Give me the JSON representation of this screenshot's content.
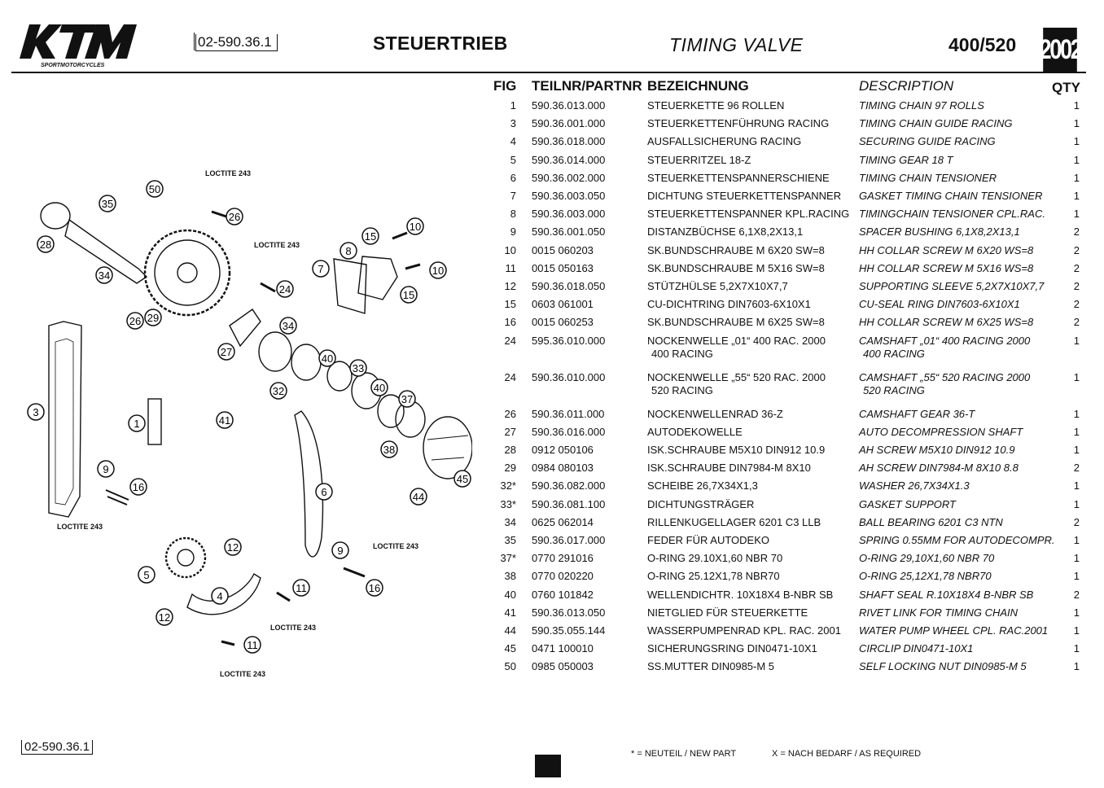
{
  "header": {
    "brand": "KTM",
    "brand_sub": "SPORTMOTORCYCLES",
    "doc_no": "02-590.36.1",
    "title_de": "STEUERTRIEB",
    "title_en": "TIMING VALVE",
    "model": "400/520",
    "year": "2002"
  },
  "columns": {
    "fig": "FIG",
    "part": "TEILNR/PARTNR",
    "de": "BEZEICHNUNG",
    "en": "DESCRIPTION",
    "qty": "QTY"
  },
  "parts": [
    {
      "fig": "1",
      "part": "590.36.013.000",
      "de": "STEUERKETTE 96 ROLLEN",
      "en": "TIMING CHAIN 97 ROLLS",
      "qty": "1"
    },
    {
      "fig": "3",
      "part": "590.36.001.000",
      "de": "STEUERKETTENFÜHRUNG RACING",
      "en": "TIMING CHAIN GUIDE RACING",
      "qty": "1"
    },
    {
      "fig": "4",
      "part": "590.36.018.000",
      "de": "AUSFALLSICHERUNG RACING",
      "en": "SECURING GUIDE RACING",
      "qty": "1"
    },
    {
      "fig": "5",
      "part": "590.36.014.000",
      "de": "STEUERRITZEL 18-Z",
      "en": "TIMING GEAR 18 T",
      "qty": "1"
    },
    {
      "fig": "6",
      "part": "590.36.002.000",
      "de": "STEUERKETTENSPANNERSCHIENE",
      "en": "TIMING CHAIN TENSIONER",
      "qty": "1"
    },
    {
      "fig": "7",
      "part": "590.36.003.050",
      "de": "DICHTUNG STEUERKETTENSPANNER",
      "en": "GASKET TIMING CHAIN TENSIONER",
      "qty": "1"
    },
    {
      "fig": "8",
      "part": "590.36.003.000",
      "de": "STEUERKETTENSPANNER KPL.RACING",
      "en": "TIMINGCHAIN TENSIONER CPL.RAC.",
      "qty": "1"
    },
    {
      "fig": "9",
      "part": "590.36.001.050",
      "de": "DISTANZBÜCHSE 6,1X8,2X13,1",
      "en": "SPACER BUSHING 6,1X8,2X13,1",
      "qty": "2"
    },
    {
      "fig": "10",
      "part": "0015 060203",
      "de": "SK.BUNDSCHRAUBE M 6X20    SW=8",
      "en": "HH COLLAR SCREW M 6X20    WS=8",
      "qty": "2"
    },
    {
      "fig": "11",
      "part": "0015 050163",
      "de": "SK.BUNDSCHRAUBE M 5X16    SW=8",
      "en": "HH COLLAR SCREW M 5X16    WS=8",
      "qty": "2"
    },
    {
      "fig": "12",
      "part": "590.36.018.050",
      "de": "STÜTZHÜLSE 5,2X7X10X7,7",
      "en": "SUPPORTING SLEEVE 5,2X7X10X7,7",
      "qty": "2"
    },
    {
      "fig": "15",
      "part": "0603 061001",
      "de": "CU-DICHTRING DIN7603-6X10X1",
      "en": "CU-SEAL RING DIN7603-6X10X1",
      "qty": "2"
    },
    {
      "fig": "16",
      "part": "0015 060253",
      "de": "SK.BUNDSCHRAUBE M 6X25    SW=8",
      "en": "HH COLLAR SCREW M 6X25    WS=8",
      "qty": "2"
    },
    {
      "fig": "24",
      "part": "595.36.010.000",
      "de": "NOCKENWELLE „01“ 400 RAC. 2000",
      "de2": "400 RACING",
      "en": "CAMSHAFT „01“ 400 RACING 2000",
      "en2": "400 RACING",
      "qty": "1"
    },
    {
      "fig": "24",
      "part": "590.36.010.000",
      "de": "NOCKENWELLE „55“ 520 RAC. 2000",
      "de2": "520 RACING",
      "en": "CAMSHAFT „55“ 520 RACING 2000",
      "en2": "520 RACING",
      "qty": "1"
    },
    {
      "fig": "26",
      "part": "590.36.011.000",
      "de": "NOCKENWELLENRAD 36-Z",
      "en": "CAMSHAFT GEAR 36-T",
      "qty": "1"
    },
    {
      "fig": "27",
      "part": "590.36.016.000",
      "de": "AUTODEKOWELLE",
      "en": "AUTO DECOMPRESSION SHAFT",
      "qty": "1"
    },
    {
      "fig": "28",
      "part": "0912 050106",
      "de": "ISK.SCHRAUBE M5X10 DIN912 10.9",
      "en": "AH SCREW M5X10 DIN912 10.9",
      "qty": "1"
    },
    {
      "fig": "29",
      "part": "0984 080103",
      "de": "ISK.SCHRAUBE DIN7984-M 8X10",
      "en": "AH SCREW DIN7984-M 8X10    8.8",
      "qty": "2"
    },
    {
      "fig": "32*",
      "part": "590.36.082.000",
      "de": "SCHEIBE 26,7X34X1,3",
      "en": "WASHER 26,7X34X1.3",
      "qty": "1"
    },
    {
      "fig": "33*",
      "part": "590.36.081.100",
      "de": "DICHTUNGSTRÄGER",
      "en": "GASKET SUPPORT",
      "qty": "1"
    },
    {
      "fig": "34",
      "part": "0625 062014",
      "de": "RILLENKUGELLAGER 6201 C3 LLB",
      "en": "BALL BEARING 6201 C3 NTN",
      "qty": "2"
    },
    {
      "fig": "35",
      "part": "590.36.017.000",
      "de": "FEDER FÜR AUTODEKO",
      "en": "SPRING 0.55MM FOR AUTODECOMPR.",
      "qty": "1"
    },
    {
      "fig": "37*",
      "part": "0770 291016",
      "de": "O-RING 29.10X1,60 NBR 70",
      "en": "O-RING 29,10X1,60 NBR 70",
      "qty": "1"
    },
    {
      "fig": "38",
      "part": "0770 020220",
      "de": "O-RING 25.12X1,78 NBR70",
      "en": "O-RING 25,12X1,78 NBR70",
      "qty": "1"
    },
    {
      "fig": "40",
      "part": "0760 101842",
      "de": "WELLENDICHTR. 10X18X4 B-NBR SB",
      "en": "SHAFT SEAL R.10X18X4 B-NBR SB",
      "qty": "2"
    },
    {
      "fig": "41",
      "part": "590.36.013.050",
      "de": "NIETGLIED FÜR STEUERKETTE",
      "en": "RIVET LINK FOR TIMING CHAIN",
      "qty": "1"
    },
    {
      "fig": "44",
      "part": "590.35.055.144",
      "de": "WASSERPUMPENRAD KPL. RAC. 2001",
      "en": "WATER PUMP WHEEL CPL. RAC.2001",
      "qty": "1"
    },
    {
      "fig": "45",
      "part": "0471 100010",
      "de": "SICHERUNGSRING DIN0471-10X1",
      "en": "CIRCLIP DIN0471-10X1",
      "qty": "1"
    },
    {
      "fig": "50",
      "part": "0985 050003",
      "de": "SS.MUTTER DIN0985-M 5",
      "en": "SELF LOCKING NUT DIN0985-M 5",
      "qty": "1"
    }
  ],
  "diagram": {
    "loctite": "LOCTITE 243",
    "callouts": [
      "35",
      "50",
      "26",
      "28",
      "34",
      "24",
      "29",
      "15",
      "10",
      "8",
      "7",
      "10",
      "15",
      "26",
      "34",
      "27",
      "40",
      "33",
      "32",
      "40",
      "37",
      "38",
      "3",
      "1",
      "41",
      "9",
      "16",
      "6",
      "45",
      "44",
      "12",
      "5",
      "4",
      "11",
      "9",
      "16",
      "12",
      "11"
    ]
  },
  "footer": {
    "doc_no": "02-590.36.1",
    "note_new": "* = NEUTEIL / NEW PART",
    "note_req": "X = NACH BEDARF / AS REQUIRED"
  }
}
